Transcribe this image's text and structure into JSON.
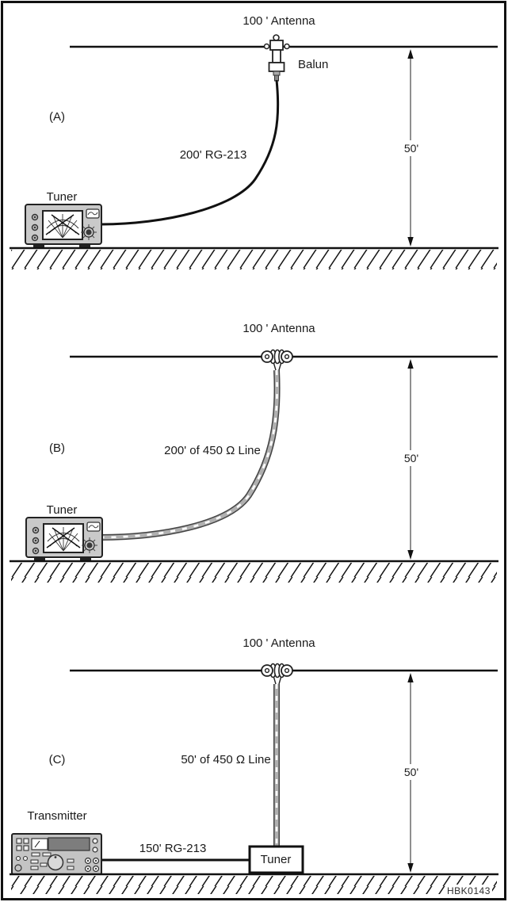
{
  "figure": {
    "code": "HBK0143",
    "colors": {
      "ink": "#1a1a1a",
      "device_gray": "#c9c9c9",
      "ladder_gray": "#b0b0b0",
      "display_gray": "#7d7d7d"
    },
    "panels": [
      {
        "id": "A",
        "label": "(A)",
        "antenna_label": "100 ' Antenna",
        "balun_label": "Balun",
        "feedline_label": "200' RG-213",
        "tuner_label": "Tuner",
        "height_label": "50'"
      },
      {
        "id": "B",
        "label": "(B)",
        "antenna_label": "100 ' Antenna",
        "feedline_label": "200' of 450 Ω Line",
        "tuner_label": "Tuner",
        "height_label": "50'"
      },
      {
        "id": "C",
        "label": "(C)",
        "antenna_label": "100 ' Antenna",
        "feedline_label": "50' of 450 Ω Line",
        "coax_label": "150' RG-213",
        "transmitter_label": "Transmitter",
        "tuner_label": "Tuner",
        "height_label": "50'"
      }
    ]
  }
}
